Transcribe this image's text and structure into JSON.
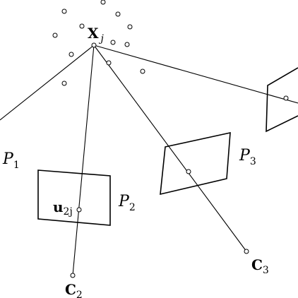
{
  "labels": {
    "point": "X",
    "point_sub": "j",
    "p1": "P",
    "p1_sub": "1",
    "p2": "P",
    "p2_sub": "2",
    "p3": "P",
    "p3_sub": "3",
    "proj": "u",
    "proj_sub": "2j",
    "c2": "C",
    "c2_sub": "2",
    "c3": "C",
    "c3_sub": "3"
  }
}
